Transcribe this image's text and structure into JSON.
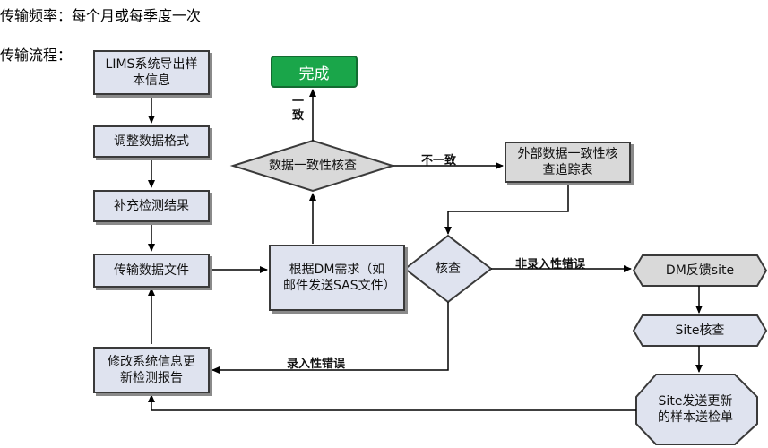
{
  "header": {
    "frequency": "传输频率：每个月或每季度一次",
    "process": "传输流程："
  },
  "nodes": {
    "export": "LIMS系统导出样本信息",
    "adjust": "调整数据格式",
    "supplement": "补充检测结果",
    "transfer": "传输数据文件",
    "modify": "修改系统信息更新检测报告",
    "dm_request": "根据DM需求（如邮件发送SAS文件）",
    "consistency_check": "数据一致性核查",
    "done": "完成",
    "external": "外部数据一致性核查追踪表",
    "verify": "核查",
    "dm_feedback": "DM反馈site",
    "site_check": "Site核查",
    "site_resend": "Site发送更新的样本送检单"
  },
  "edges": {
    "consistent": "一致",
    "inconsistent": "不一致",
    "non_entry_error": "非录入性错误",
    "entry_error": "录入性错误"
  },
  "colors": {
    "box_fill": "#dfe3ef",
    "border": "#3a3a3a",
    "done_fill": "#1aa64a",
    "diamond_fill": "#d9d9d9"
  }
}
